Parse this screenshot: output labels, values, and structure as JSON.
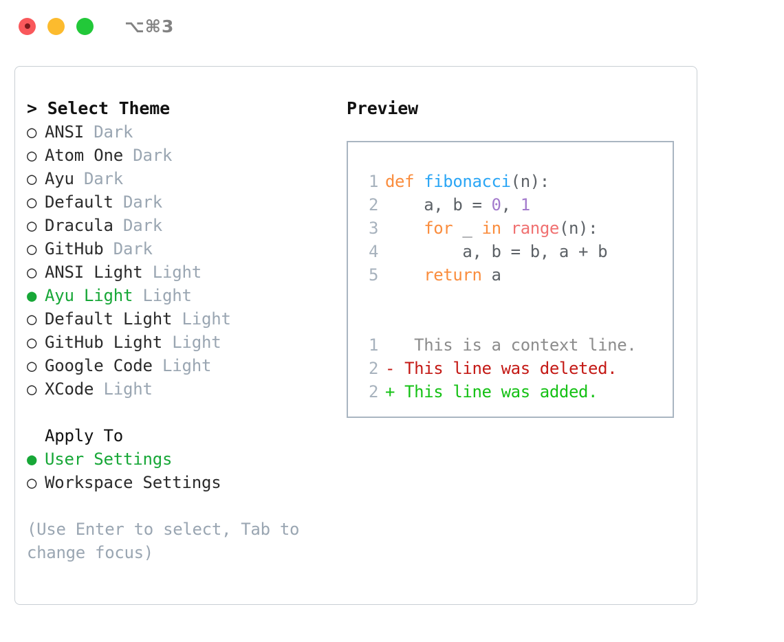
{
  "titlebar": {
    "shortcut": "⌥⌘3",
    "buttons": [
      {
        "name": "close-button",
        "color": "#F9585B"
      },
      {
        "name": "minimize-button",
        "color": "#FCBB2E"
      },
      {
        "name": "maximize-button",
        "color": "#22C839"
      }
    ]
  },
  "theme_picker": {
    "heading": "> Select Theme",
    "marker_selected": "●",
    "marker_unselected": "○",
    "selected_color": "#17A737",
    "items": [
      {
        "marker": "○",
        "name": "ANSI",
        "variant": "Dark",
        "selected": false
      },
      {
        "marker": "○",
        "name": "Atom One",
        "variant": "Dark",
        "selected": false
      },
      {
        "marker": "○",
        "name": "Ayu",
        "variant": "Dark",
        "selected": false
      },
      {
        "marker": "○",
        "name": "Default",
        "variant": "Dark",
        "selected": false
      },
      {
        "marker": "○",
        "name": "Dracula",
        "variant": "Dark",
        "selected": false
      },
      {
        "marker": "○",
        "name": "GitHub",
        "variant": "Dark",
        "selected": false
      },
      {
        "marker": "○",
        "name": "ANSI Light",
        "variant": "Light",
        "selected": false
      },
      {
        "marker": "●",
        "name": "Ayu Light",
        "variant": "Light",
        "selected": true
      },
      {
        "marker": "○",
        "name": "Default Light",
        "variant": "Light",
        "selected": false
      },
      {
        "marker": "○",
        "name": "GitHub Light",
        "variant": "Light",
        "selected": false
      },
      {
        "marker": "○",
        "name": "Google Code",
        "variant": "Light",
        "selected": false
      },
      {
        "marker": "○",
        "name": "XCode",
        "variant": "Light",
        "selected": false
      }
    ]
  },
  "apply_to": {
    "heading": "Apply To",
    "items": [
      {
        "marker": "●",
        "name": "User Settings",
        "selected": true
      },
      {
        "marker": "○",
        "name": "Workspace Settings",
        "selected": false
      }
    ]
  },
  "hint": "(Use Enter to select, Tab to change focus)",
  "preview": {
    "title": "Preview",
    "code_lines": [
      {
        "number": "1",
        "tokens": [
          {
            "text": "def ",
            "type": "kw"
          },
          {
            "text": "fibonacci",
            "type": "fn"
          },
          {
            "text": "(n):",
            "type": "plain"
          }
        ]
      },
      {
        "number": "2",
        "tokens": [
          {
            "text": "    a, b = ",
            "type": "plain"
          },
          {
            "text": "0",
            "type": "num"
          },
          {
            "text": ", ",
            "type": "plain"
          },
          {
            "text": "1",
            "type": "num"
          }
        ]
      },
      {
        "number": "3",
        "tokens": [
          {
            "text": "    ",
            "type": "plain"
          },
          {
            "text": "for",
            "type": "kw"
          },
          {
            "text": " _ ",
            "type": "plain"
          },
          {
            "text": "in",
            "type": "kw"
          },
          {
            "text": " ",
            "type": "plain"
          },
          {
            "text": "range",
            "type": "call"
          },
          {
            "text": "(n):",
            "type": "plain"
          }
        ]
      },
      {
        "number": "4",
        "tokens": [
          {
            "text": "        a, b = b, a + b",
            "type": "plain"
          }
        ]
      },
      {
        "number": "5",
        "tokens": [
          {
            "text": "    ",
            "type": "plain"
          },
          {
            "text": "return",
            "type": "kw"
          },
          {
            "text": " a",
            "type": "plain"
          }
        ]
      }
    ],
    "diff_lines": [
      {
        "number": "1",
        "marker": " ",
        "text": "  This is a context line.",
        "type": "ctx"
      },
      {
        "number": "2",
        "marker": "-",
        "text": " This line was deleted.",
        "type": "del"
      },
      {
        "number": "2",
        "marker": "+",
        "text": " This line was added.",
        "type": "add"
      }
    ]
  }
}
